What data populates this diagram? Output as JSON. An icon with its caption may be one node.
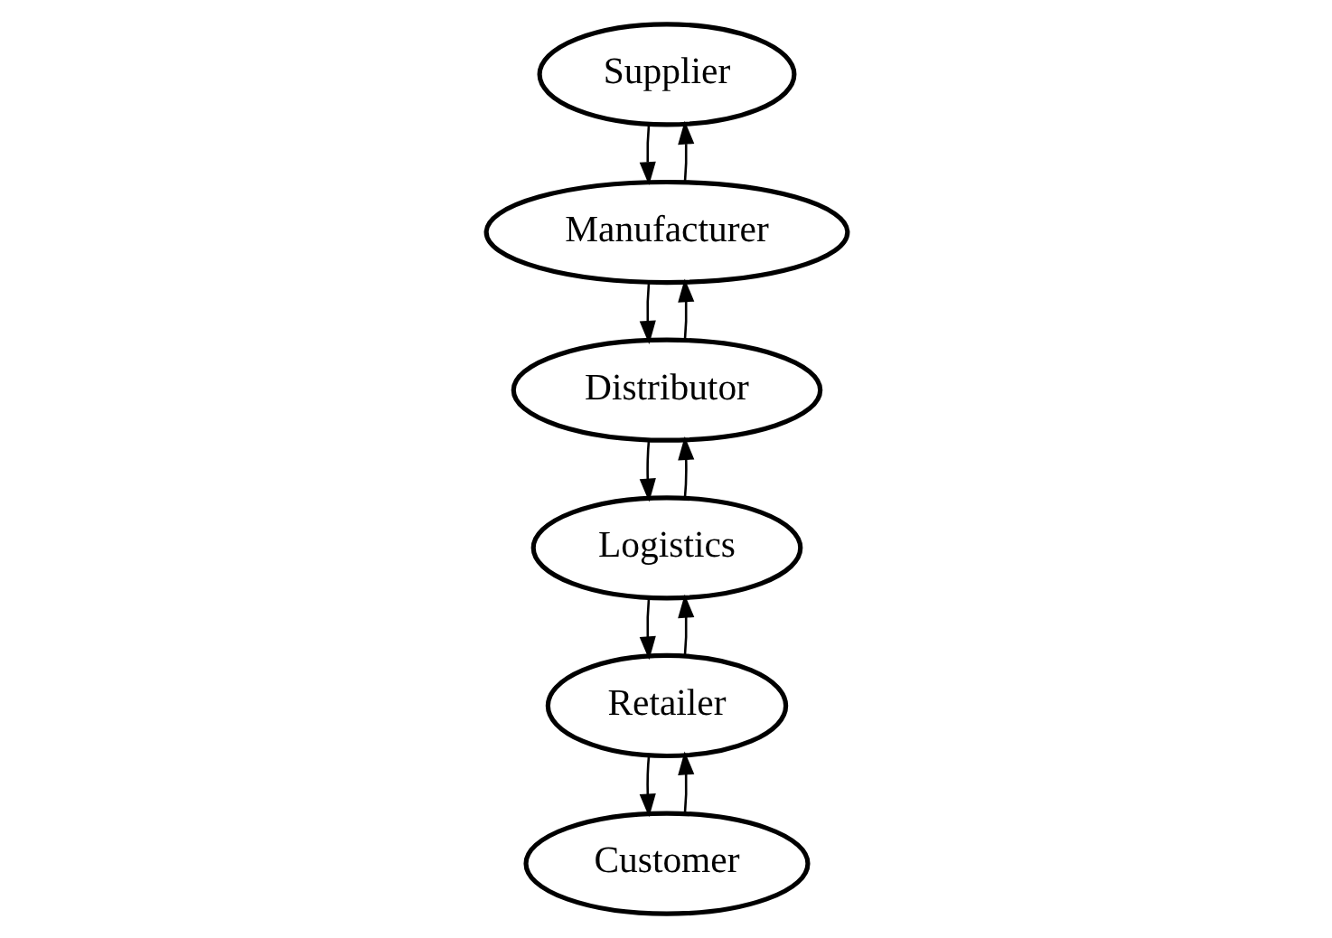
{
  "diagram": {
    "nodes": [
      {
        "text": [
          "Supplier"
        ]
      },
      {
        "text": [
          "Manufacturer"
        ]
      },
      {
        "text": [
          "Distributor"
        ]
      },
      {
        "text": [
          "Logistics"
        ]
      },
      {
        "text": [
          "Retailer"
        ]
      },
      {
        "text": [
          "Customer"
        ]
      }
    ],
    "edges": [
      {
        "from": 0,
        "to": 1,
        "arrow": "to"
      },
      {
        "from": 1,
        "to": 0,
        "arrow": "to"
      },
      {
        "from": 1,
        "to": 2,
        "arrow": "to"
      },
      {
        "from": 2,
        "to": 1,
        "arrow": "to"
      },
      {
        "from": 2,
        "to": 3,
        "arrow": "to"
      },
      {
        "from": 3,
        "to": 2,
        "arrow": "to"
      },
      {
        "from": 3,
        "to": 4,
        "arrow": "to"
      },
      {
        "from": 4,
        "to": 3,
        "arrow": "to"
      },
      {
        "from": 4,
        "to": 5,
        "arrow": "to"
      },
      {
        "from": 5,
        "to": 4,
        "arrow": "to"
      }
    ]
  }
}
